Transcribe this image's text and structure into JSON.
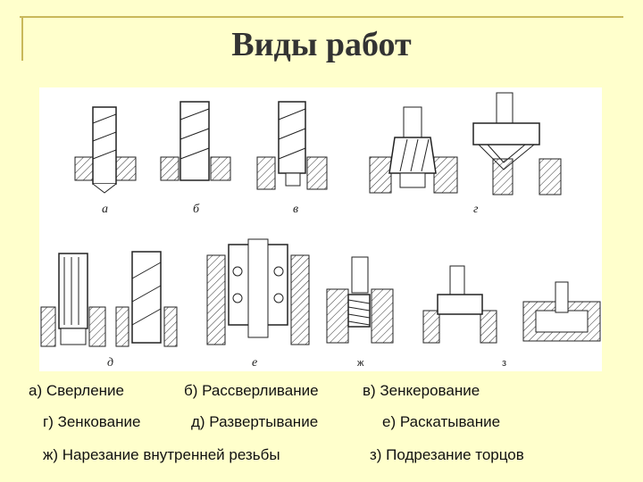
{
  "slide": {
    "title": "Виды работ"
  },
  "figure": {
    "letters": [
      "а",
      "б",
      "в",
      "г",
      "д",
      "е",
      "ж",
      "з"
    ]
  },
  "captions": [
    {
      "id": "a",
      "text": "а) Сверление"
    },
    {
      "id": "b",
      "text": "б) Рассверливание"
    },
    {
      "id": "v",
      "text": "в) Зенкерование"
    },
    {
      "id": "g",
      "text": "г) Зенкование"
    },
    {
      "id": "d",
      "text": "д) Развертывание"
    },
    {
      "id": "e",
      "text": "е) Раскатывание"
    },
    {
      "id": "zh",
      "text": "ж) Нарезание внутренней резьбы"
    },
    {
      "id": "z",
      "text": "з) Подрезание торцов"
    }
  ]
}
